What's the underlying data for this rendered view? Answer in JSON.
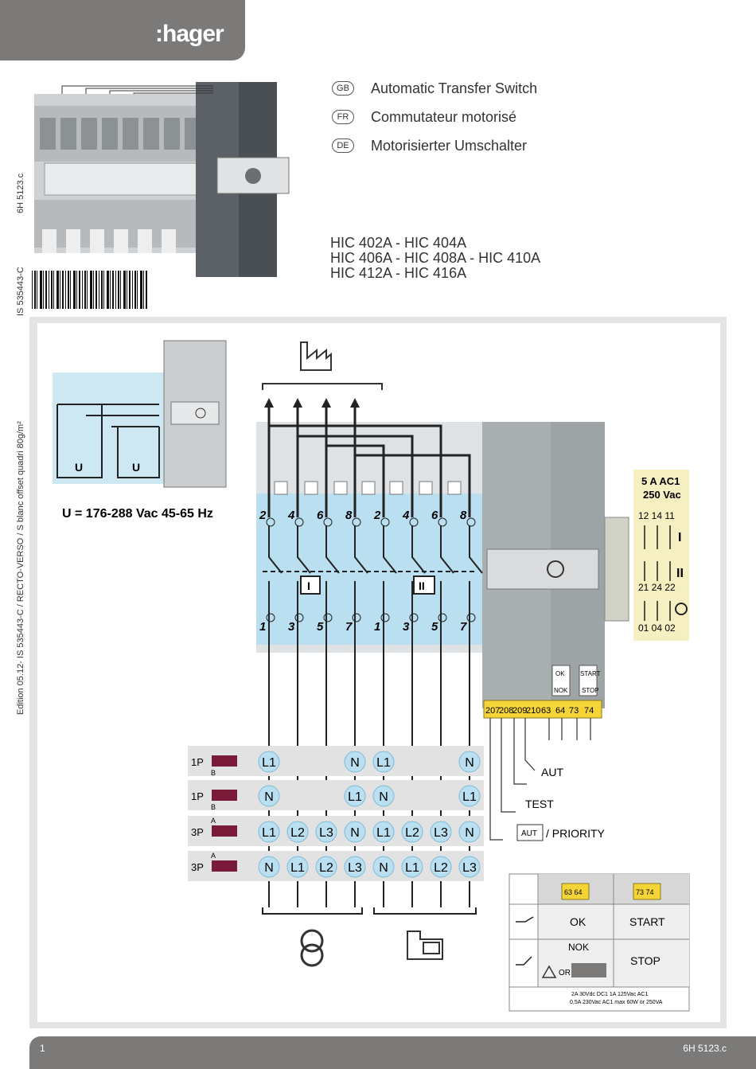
{
  "brand": {
    "logo_text": ":hager"
  },
  "side_texts": {
    "doc_ref": "6H 5123.c",
    "is_ref": "IS 535443-C",
    "edition": "Edition 05.12- IS 535443-C / RECTO-VERSO / S blanc offset quadri 80g/m²"
  },
  "titles": [
    {
      "code": "GB",
      "label": "Automatic Transfer Switch"
    },
    {
      "code": "FR",
      "label": "Commutateur motorisé"
    },
    {
      "code": "DE",
      "label": "Motorisierter Umschalter"
    }
  ],
  "models": [
    "HIC 402A - HIC 404A",
    "HIC 406A - HIC 408A - HIC 410A",
    "HIC 412A - HIC 416A"
  ],
  "diagram": {
    "voltage": "U = 176-288 Vac  45-65 Hz",
    "u_label": "U",
    "relay_rating_1": "5 A AC1",
    "relay_rating_2": "250 Vac",
    "relay_row1": "12 14 11",
    "relay_row2": "21 24 22",
    "relay_row3": "01 04 02",
    "pos_1": "I",
    "pos_2": "II",
    "top_terminals": [
      "2",
      "4",
      "6",
      "8",
      "2",
      "4",
      "6",
      "8"
    ],
    "bottom_terminals": [
      "1",
      "3",
      "5",
      "7",
      "1",
      "3",
      "5",
      "7"
    ],
    "aux_terminals": [
      "207",
      "208",
      "209",
      "210",
      "63",
      "64",
      "73",
      "74"
    ],
    "ok_label": "OK",
    "nok_label": "NOK",
    "start_label": "START",
    "stop_label": "STOP",
    "aut_label": "AUT",
    "test_label": "TEST",
    "priority_label": "/ PRIORITY",
    "config_rows": [
      {
        "label": "1P",
        "switch": "B",
        "cells": [
          "L1",
          "",
          "",
          "N",
          "L1",
          "",
          "",
          "N"
        ]
      },
      {
        "label": "1P",
        "switch": "B",
        "cells": [
          "N",
          "",
          "",
          "L1",
          "N",
          "",
          "",
          "L1"
        ]
      },
      {
        "label": "3P",
        "switch": "A",
        "cells": [
          "L1",
          "L2",
          "L3",
          "N",
          "L1",
          "L2",
          "L3",
          "N"
        ]
      },
      {
        "label": "3P",
        "switch": "A",
        "cells": [
          "N",
          "L1",
          "L2",
          "L3",
          "N",
          "L1",
          "L2",
          "L3"
        ]
      }
    ],
    "table": {
      "col1_term": "63  64",
      "col2_term": "73  74",
      "r1c1": "OK",
      "r1c2": "START",
      "r2c1": "NOK",
      "r2c2": "STOP",
      "or_label": "OR",
      "footnote1": "2A 30Vdc DC1   1A 125Vac AC1",
      "footnote2": "0,5A 230Vac AC1 max 60W or 250VA"
    }
  },
  "footer": {
    "page": "1",
    "ref": "6H 5123.c"
  },
  "colors": {
    "grey": "#7b7a78",
    "blue": "#b9dff0",
    "yellow": "#f5d438"
  }
}
